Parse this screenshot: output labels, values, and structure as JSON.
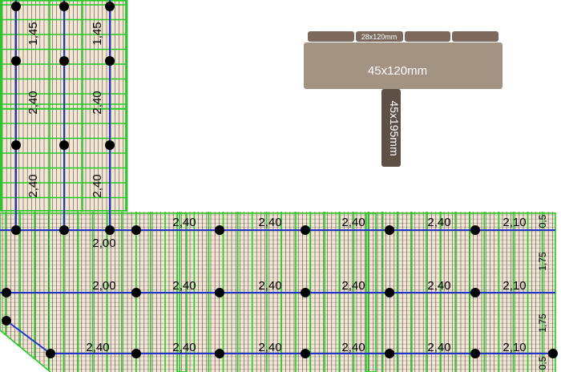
{
  "colors": {
    "deck_fill": "#f3e6d3",
    "board_line": "#4d4d4d",
    "joist": "#22cc22",
    "beam": "#2233cc",
    "post": "#000000",
    "legend_fill": "#a39382",
    "legend_tab": "#7d6a5c",
    "legend_post": "#5f5046"
  },
  "legend": {
    "deck_board": "28x120mm",
    "joist": "45x120mm",
    "beam": "45x195mm"
  },
  "labels": {
    "upper_left_col": [
      "1,45",
      "2,40",
      "2,40"
    ],
    "upper_right_col": [
      "1,45",
      "2,40",
      "2,40"
    ],
    "row1_spans": [
      "2,40",
      "2,40",
      "2,40",
      "2,40",
      "2,10"
    ],
    "row1_extra": "2,00",
    "row2_spans": [
      "2,00",
      "2,40",
      "2,40",
      "2,40",
      "2,40",
      "2,10"
    ],
    "row3_spans": [
      "2,40",
      "2,40",
      "2,40",
      "2,40",
      "2,40",
      "2,10"
    ],
    "right_side": [
      "0,5",
      "1,75",
      "1,75",
      "0,5"
    ]
  }
}
